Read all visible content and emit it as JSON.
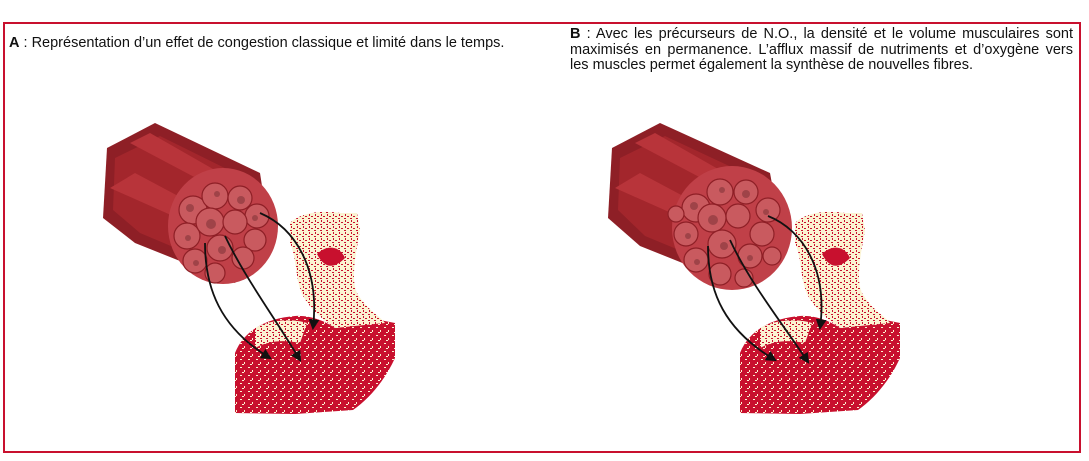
{
  "panels": [
    {
      "letter": "A",
      "text": " : Représentation d’un effet de congestion classique et limité dans le temps."
    },
    {
      "letter": "B",
      "text": " : Avec les précurseurs de N.O., la densité et le volume musculaires sont maximisés en permanence. L’afflux massif de nutriments et d’oxygène vers les muscles permet également la synthèse de nouvelles fibres."
    }
  ],
  "colors": {
    "border": "#c8102e",
    "muscle_red": "#c8102e",
    "skin_cream": "#fbf3d2",
    "fiber_dark": "#8e1f26",
    "fiber_mid": "#b5474d",
    "fiber_light": "#d9797a",
    "arrow": "#111111"
  },
  "icons": [
    "muscle-fiber-bundle-icon",
    "flexed-arm-icon",
    "arrow-icon"
  ]
}
